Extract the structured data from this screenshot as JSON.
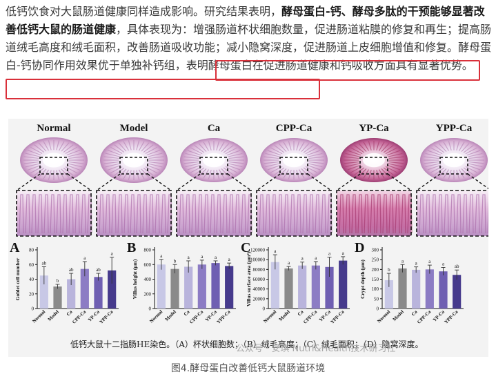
{
  "paragraph": {
    "s1": "低钙饮食对大鼠肠道健康同样造成影响。研究结果表明，",
    "s2_bold": "酵母蛋白-钙、酵母多肽的干预能够显著改善低钙大鼠的肠道健康",
    "s3": "，具体表现为：增强肠道杯状细胞数量，促进肠道粘膜的修复和再生；提高肠道绒毛高度和绒毛面积，改善肠道吸收功能；减小隐窝深度，促进肠道上皮细胞增值和修复。",
    "s4_highlight": "酵母蛋白-钙协同作用效果优于单独补钙组，表明酵母蛋白在促进肠道健康和钙吸收方面具有显著优势。"
  },
  "figure": {
    "groups": [
      "Normal",
      "Model",
      "Ca",
      "CPP-Ca",
      "YP-Ca",
      "YPP-Ca"
    ],
    "footer_text": "低钙大鼠十二指肠HE染色。（A）杯状细胞数；（B）绒毛高度；（C）绒毛面积；（D）隐窝深度。",
    "watermark": "公众号 · 安琪 Nutri&Health技术研习社",
    "bar_colors": [
      "#c8c8e6",
      "#8a8a8a",
      "#b9b4dc",
      "#8c7cc4",
      "#6f5fb2",
      "#463a8c"
    ]
  },
  "caption": "图4.酵母蛋白改善低钙大鼠肠道环境",
  "chart_data": [
    {
      "type": "bar",
      "panel": "A",
      "categories": [
        "Normal",
        "Model",
        "Ca",
        "CPP-Ca",
        "YP-Ca",
        "YPP-Ca"
      ],
      "values": [
        45,
        30,
        40,
        54,
        43,
        52
      ],
      "errors": [
        12,
        3,
        8,
        10,
        5,
        18
      ],
      "letters": [
        "ab",
        "b",
        "ab",
        "a",
        "ab",
        "a"
      ],
      "ylabel": "Goblet cell number",
      "ylim": [
        0,
        80
      ],
      "yticks": [
        0,
        20,
        40,
        60,
        80
      ]
    },
    {
      "type": "bar",
      "panel": "B",
      "categories": [
        "Normal",
        "Model",
        "Ca",
        "CPP-Ca",
        "YP-Ca",
        "YPP-Ca"
      ],
      "values": [
        600,
        540,
        570,
        600,
        620,
        580
      ],
      "errors": [
        70,
        60,
        80,
        60,
        30,
        40
      ],
      "letters": [
        "a",
        "b",
        "a",
        "a",
        "a",
        "a"
      ],
      "ylabel": "Villus height (μm)",
      "ylim": [
        0,
        800
      ],
      "yticks": [
        0,
        200,
        400,
        600,
        800
      ]
    },
    {
      "type": "bar",
      "panel": "C",
      "categories": [
        "Normal",
        "Model",
        "Ca",
        "CPP-Ca",
        "YP-Ca",
        "YPP-Ca"
      ],
      "values": [
        95000,
        82000,
        88000,
        88000,
        85000,
        98000
      ],
      "errors": [
        15000,
        4000,
        7000,
        8000,
        20000,
        8000
      ],
      "letters": [
        "a",
        "a",
        "a",
        "a",
        "a",
        "a"
      ],
      "ylabel": "Villus surface area (μm²)",
      "ylim": [
        0,
        120000
      ],
      "yticks": [
        0,
        20000,
        40000,
        60000,
        80000,
        100000,
        120000
      ]
    },
    {
      "type": "bar",
      "panel": "D",
      "categories": [
        "Normal",
        "Model",
        "Ca",
        "CPP-Ca",
        "YP-Ca",
        "YPP-Ca"
      ],
      "values": [
        145,
        205,
        198,
        200,
        190,
        172
      ],
      "errors": [
        35,
        20,
        15,
        22,
        20,
        25
      ],
      "letters": [
        "b",
        "a",
        "a",
        "a",
        "a",
        "ab"
      ],
      "ylabel": "Crypt depth (μm)",
      "ylim": [
        0,
        300
      ],
      "yticks": [
        0,
        50,
        100,
        150,
        200,
        250,
        300
      ]
    }
  ]
}
